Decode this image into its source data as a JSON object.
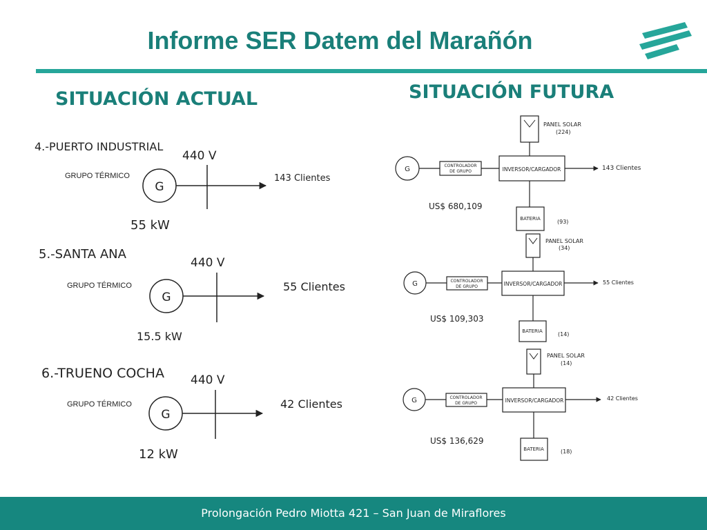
{
  "header": {
    "title": "Informe SER Datem del Marañón"
  },
  "actual": {
    "heading": "SITUACIÓN ACTUAL",
    "sites": [
      {
        "name": "4.-PUERTO INDUSTRIAL",
        "group_label": "GRUPO TÉRMICO",
        "generator": "G",
        "voltage": "440 V",
        "clients": "143 Clientes",
        "power": "55 kW"
      },
      {
        "name": "5.-SANTA ANA",
        "group_label": "GRUPO TÉRMICO",
        "generator": "G",
        "voltage": "440 V",
        "clients": "55 Clientes",
        "power": "15.5 kW"
      },
      {
        "name": "6.-TRUENO COCHA",
        "group_label": "GRUPO TÉRMICO",
        "generator": "G",
        "voltage": "440 V",
        "clients": "42 Clientes",
        "power": "12 kW"
      }
    ]
  },
  "futura": {
    "heading": "SITUACIÓN FUTURA",
    "systems": [
      {
        "panel": "PANEL SOLAR",
        "panel_count": "(224)",
        "generator": "G",
        "controller": [
          "CONTROLADOR",
          "DE GRUPO"
        ],
        "inverter": "INVERSOR/CARGADOR",
        "clients": "143 Clientes",
        "cost": "US$ 680,109",
        "battery": "BATERIA",
        "battery_count": "(93)"
      },
      {
        "panel": "PANEL SOLAR",
        "panel_count": "(34)",
        "generator": "G",
        "controller": [
          "CONTROLADOR",
          "DE GRUPO"
        ],
        "inverter": "INVERSOR/CARGADOR",
        "clients": "55 Clientes",
        "cost": "US$ 109,303",
        "battery": "BATERIA",
        "battery_count": "(14)"
      },
      {
        "panel": "PANEL SOLAR",
        "panel_count": "(14)",
        "generator": "G",
        "controller": [
          "CONTROLADOR",
          "DE GRUPO"
        ],
        "inverter": "INVERSOR/CARGADOR",
        "clients": "42 Clientes",
        "cost": "US$ 136,629",
        "battery": "BATERIA",
        "battery_count": "(18)"
      }
    ]
  },
  "footer": {
    "address": "Prolongación Pedro Miotta 421 – San Juan de Miraflores"
  },
  "colors": {
    "accent": "#1a7f79",
    "rule": "#26a69a",
    "footer_bg": "#16877f"
  }
}
